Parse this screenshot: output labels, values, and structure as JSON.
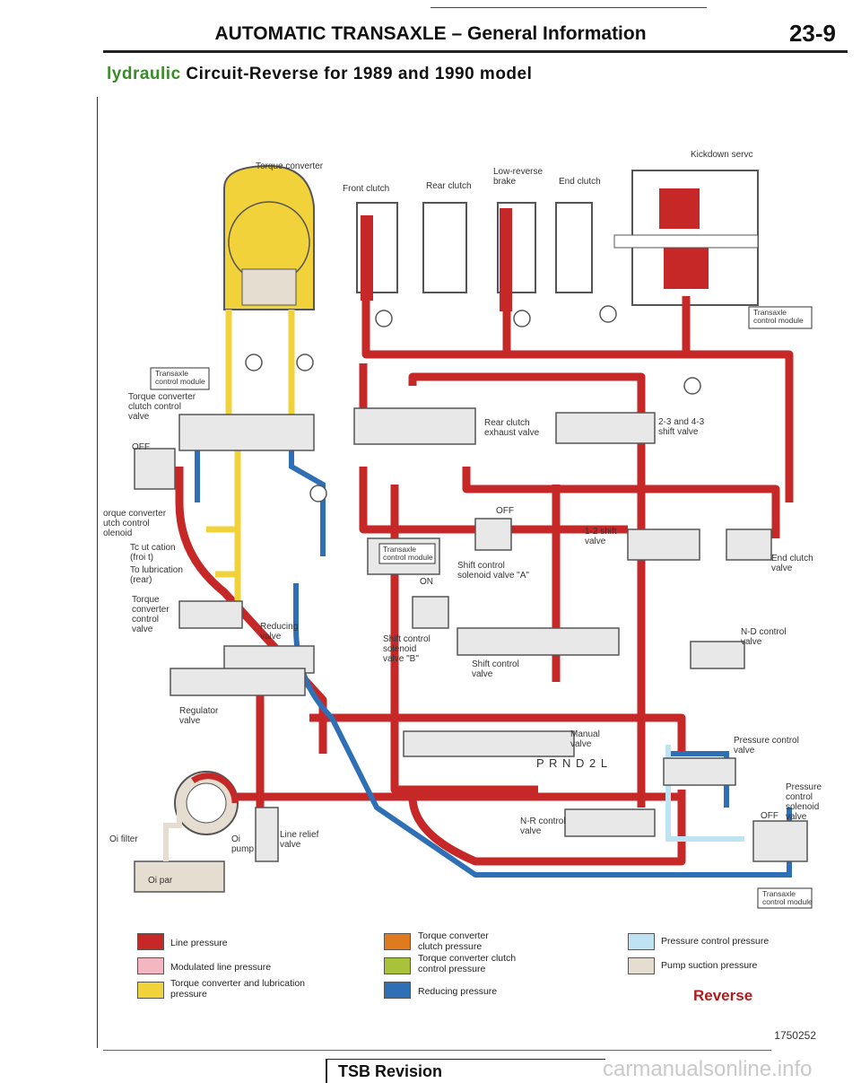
{
  "header": {
    "title": "AUTOMATIC TRANSAXLE – General Information",
    "page_number": "23-9"
  },
  "subtitle": {
    "lead": "lydraulic",
    "rest": " Circuit-Reverse for 1989 and 1990 model"
  },
  "labels": {
    "torque_converter": "Torque converter",
    "front_clutch": "Front clutch",
    "rear_clutch": "Rear clutch",
    "low_reverse_brake": "Low-reverse\nbrake",
    "end_clutch": "End clutch",
    "kickdown_servo": "Kickdown servc",
    "tcm_top_right": "Transaxle\ncontrol module",
    "tcm_left": "Transaxle\ncontrol module",
    "tc_clutch_control_valve": "Torque converter\nclutch control\nvalve",
    "off_left": "OFF",
    "tc_clutch_solenoid": "orque converter\nutch control\nolenoid",
    "to_lubrication_front": "Tc ut cation\n(froi t)",
    "to_lubrication_rear": "To lubrication\n(rear)",
    "tc_control_valve": "Torque\nconverter\ncontrol\nvalve",
    "reducing_valve": "Reducing\nvalve",
    "regulator_valve": "Regulator\nvalve",
    "oil_filter": "Oi filter",
    "oil_pump": "Oi\npump",
    "oil_pan": "Oi par",
    "line_relief_valve": "Line relief\nvalve",
    "rear_clutch_exhaust_valve": "Rear clutch\nexhaust valve",
    "shift_23_43": "2-3 and 4-3\nshift valve",
    "tcm_mid": "Transaxle\ncontrol module",
    "off_mid": "OFF",
    "on_mid": "ON",
    "shift_control_solenoid_a": "Shift control\nsolenoid valve \"A\"",
    "shift_control_solenoid_b": "Shift control\nsolenoid\nvalve \"B\"",
    "shift_12": "1-2 shift\nvalve",
    "shift_control_valve": "Shift control\nvalve",
    "end_clutch_valve": "End clutch\nvalve",
    "nd_control_valve": "N-D control\nvalve",
    "manual_valve": "Manual\nvalve",
    "prnd2l": "P R N D 2 L",
    "pressure_control_valve": "Pressure control\nvalve",
    "pressure_control_solenoid": "Pressure\ncontrol\nsolenoid\nvalve",
    "off_right": "OFF",
    "nr_control_valve": "N-R control\nvalve",
    "tcm_bottom_right": "Transaxle\ncontrol module"
  },
  "legend": [
    {
      "label": "Line pressure",
      "color": "#c62828"
    },
    {
      "label": "Modulated line pressure",
      "color": "#f4b6c0"
    },
    {
      "label": "Torque converter and lubrication\npressure",
      "color": "#f2d23a"
    },
    {
      "label": "Torque converter\nclutch pressure",
      "color": "#e07a1f"
    },
    {
      "label": "Torque converter clutch\ncontrol pressure",
      "color": "#a8c23a"
    },
    {
      "label": "Reducing pressure",
      "color": "#2e6fb5"
    },
    {
      "label": "Pressure control pressure",
      "color": "#bfe3f2"
    },
    {
      "label": "Pump suction pressure",
      "color": "#e5ddd0"
    }
  ],
  "mode_label": "Reverse",
  "figure_number": "1750252",
  "footer": {
    "tsb": "TSB Revision",
    "watermark": "carmanualsonline.info"
  },
  "colors": {
    "line": "#c62828",
    "yellow": "#f2d23a",
    "blue": "#2e6fb5",
    "outline": "#555555"
  }
}
